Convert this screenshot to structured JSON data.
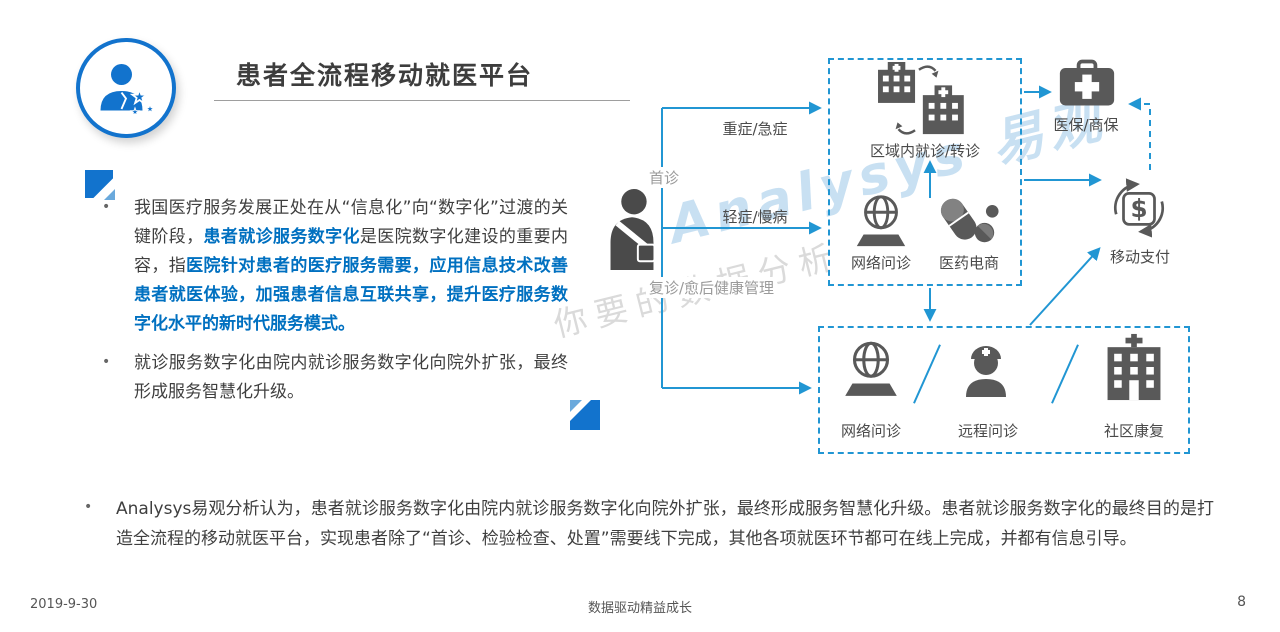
{
  "header": {
    "title": "患者全流程移动就医平台"
  },
  "ui": {
    "bullet_char": "•"
  },
  "left_panel": {
    "bullet1_part1": "我国医疗服务发展正处在从“信息化”向“数字化”过渡的关键阶段，",
    "bullet1_part2": "患者就诊服务数字化",
    "bullet1_part3": "是医院数字化建设的重要内容，指",
    "bullet1_part4": "医院针对患者的医疗服务需要，应用信息技术改善患者就医体验，加强患者信息互联共享，提升医疗服务数字化水平的新时代服务模式。",
    "bullet2": "就诊服务数字化由院内就诊服务数字化向院外扩张，最终形成服务智慧化升级。"
  },
  "diagram": {
    "first_visit": "首诊",
    "severe": "重症/急症",
    "mild": "轻症/慢病",
    "followup": "复诊/愈后健康管理",
    "regional": "区域内就诊/转诊",
    "online1": "网络问诊",
    "pharmacy": "医药电商",
    "insurance": "医保/商保",
    "payment": "移动支付",
    "online2": "网络问诊",
    "remote": "远程问诊",
    "community": "社区康复"
  },
  "watermark": {
    "line1": "Analysys 易观",
    "line2": "你要的数据分析"
  },
  "note": "Analysys易观分析认为，患者就诊服务数字化由院内就诊服务数字化向院外扩张，最终形成服务智慧化升级。患者就诊服务数字化的最终目的是打造全流程的移动就医平台，实现患者除了“首诊、检验检查、处置”需要线下完成，其他各项就医环节都可在线上完成，并都有信息引导。",
  "footer": {
    "date": "2019-9-30",
    "slogan": "数据驱动精益成长",
    "page": "8"
  },
  "colors": {
    "accent_blue": "#1273cd",
    "arrow_blue": "#2196d3",
    "highlight_text_blue": "#0070c0",
    "icon_gray": "#595959"
  }
}
